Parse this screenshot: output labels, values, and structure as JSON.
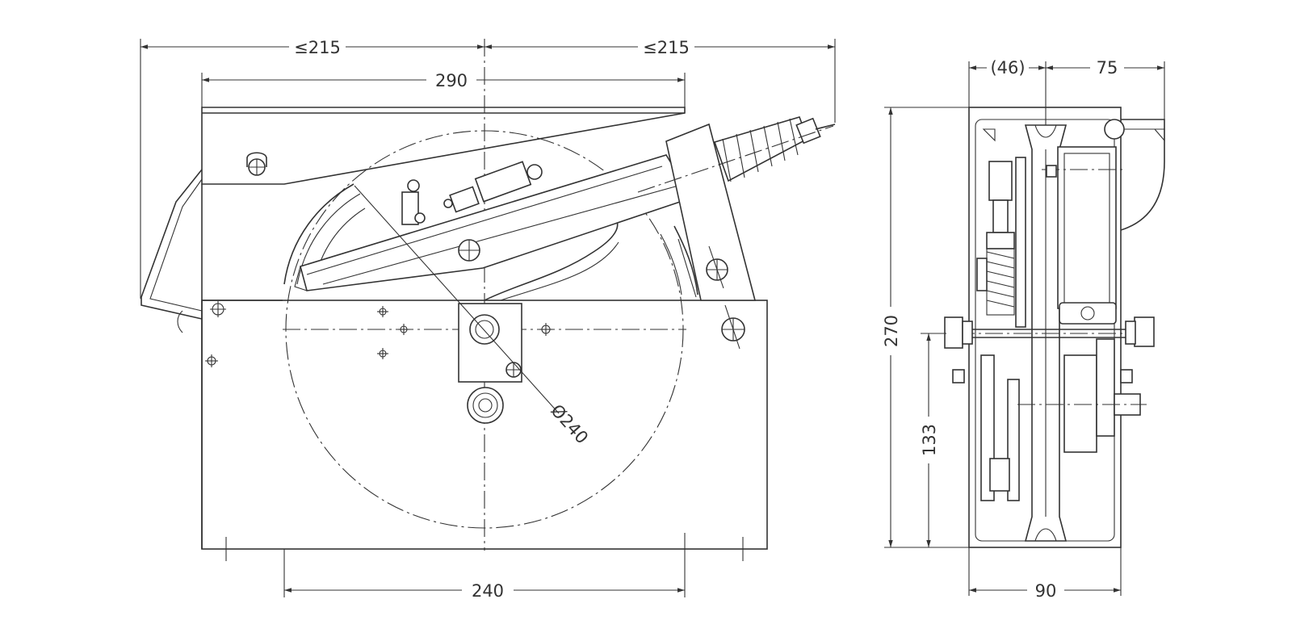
{
  "drawing": {
    "front_view": {
      "dimensions": {
        "top_left_reach": "≤215",
        "top_right_reach": "≤215",
        "top_width": "290",
        "bottom_width": "240",
        "wheel_diameter": "Ø240"
      }
    },
    "side_view": {
      "dimensions": {
        "top_left": "(46)",
        "top_right": "75",
        "height_total": "270",
        "height_axle": "133",
        "bottom_width": "90"
      }
    }
  }
}
